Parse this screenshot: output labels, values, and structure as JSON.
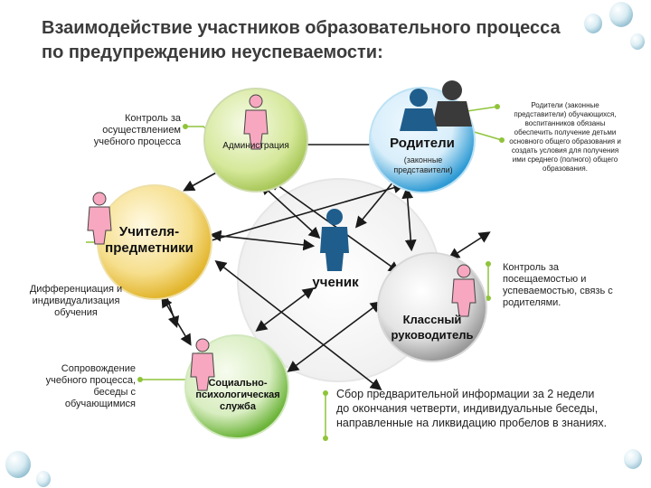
{
  "title": "Взаимодействие участников образовательного процесса по предупреждению неуспеваемости:",
  "nodes": {
    "administration": "Администрация",
    "parents": "Родители",
    "parents_sub": "(законные представители)",
    "teachers": "Учителя-предметники",
    "student": "ученик",
    "class_teacher": "Классный руководитель",
    "social_service": "Социально-психологическая служба"
  },
  "notes": {
    "control": "Контроль за осуществлением учебного процесса",
    "parents_duty": "Родители (законные представители) обучающихся, воспитанников обязаны обеспечить получение детьми основного общего образования и создать условия для получения ими среднего (полного) общего образования.",
    "differentiation": "Дифференциация и индивидуализация обучения",
    "attendance": "Контроль за посещаемостью и успеваемостью, связь с родителями.",
    "support": "Сопровождение учебного процесса, беседы с обучающимися",
    "preliminary": "Сбор предварительной информации за 2 недели до окончания четверти, индивидуальные беседы, направленные на ликвидацию пробелов в знаниях."
  },
  "colors": {
    "administration": "#c9e27a",
    "parents": "#3fa9dd",
    "teachers": "#f2cb45",
    "class_teacher": "#bcbcbc",
    "social_service": "#7fc244",
    "accent": "#8fc43a",
    "figure_pink": "#f7a8c0",
    "figure_blue": "#1f5d8c",
    "figure_dark": "#3a3a3a"
  }
}
